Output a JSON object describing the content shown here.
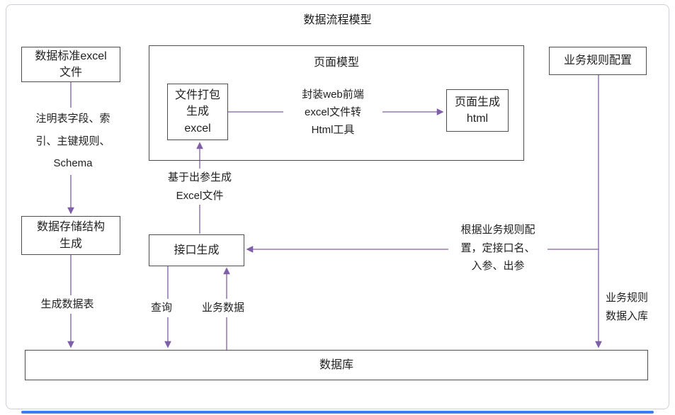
{
  "diagram": {
    "title": "数据流程模型",
    "nodes": {
      "excel_file": {
        "label": "数据标准excel\n文件"
      },
      "page_model": {
        "label": "页面模型"
      },
      "file_package": {
        "label": "文件打包\n生成\nexcel"
      },
      "page_gen": {
        "label": "页面生成\nhtml"
      },
      "biz_rules": {
        "label": "业务规则配置"
      },
      "storage_gen": {
        "label": "数据存储结构\n生成"
      },
      "api_gen": {
        "label": "接口生成"
      },
      "database": {
        "label": "数据库"
      }
    },
    "edge_labels": {
      "schema_note": "注明表字段、索\n引、主键规则、\nSchema",
      "web_tool": "封装web前端\nexcel文件转\nHtml工具",
      "excel_out": "基于出参生成\nExcel文件",
      "rules_note": "根据业务规则配\n置，定接口名、\n入参、出参",
      "gen_table": "生成数据表",
      "query": "查询",
      "biz_data": "业务数据",
      "rules_into_db": "业务规则\n数据入库"
    },
    "colors": {
      "arrow": "#7E5FA8",
      "box_border": "#4d4d4d",
      "frame_border": "#cdd0d6",
      "text": "#1f1f1f",
      "bottom_accent": "#3E7BFA"
    }
  }
}
